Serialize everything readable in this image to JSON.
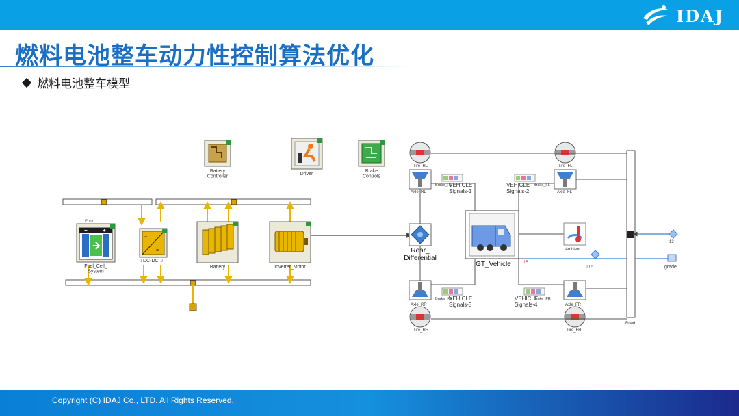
{
  "header": {
    "logo_text": "IDAJ",
    "brand_color": "#0aa0e6"
  },
  "title": "燃料电池整车动力性控制算法优化",
  "subtitle": "燃料电池整车模型",
  "diagram": {
    "blocks": {
      "battery_controller": "Battery\nController",
      "driver": "Driver",
      "brake_controls": "Brake\nControls",
      "eout": "Eout",
      "fuel_cell": "Fuel_Cell_\nSystem",
      "dcdc": "DC-DC",
      "dcdc_left_port": "1",
      "dcdc_right_port": "2",
      "battery": "Battery",
      "inverter_motor": "Inverter_Motor",
      "rear_differential": "Rear_\nDifferential",
      "gt_vehicle": "GT_Vehicle",
      "ambient": "Ambient",
      "grade": "grade",
      "road": "Road",
      "tire_rl": "Tire_RL",
      "tire_fl": "Tire_FL",
      "tire_rr": "Tire_RR",
      "tire_fr": "Tire_FR",
      "axle_rl": "Axle_RL",
      "axle_fl": "Axle_FL",
      "axle_rr": "Axle_RR",
      "axle_fr": "Axle_FR",
      "brake_rl": "Brake_RL",
      "brake_fl": "Brake_FL",
      "brake_rr": "Brake_RR",
      "brake_fr": "Brake_FR",
      "signals_1": "VEHICLE\nSignals-1",
      "signals_2": "VEHICLE\nSignals-2",
      "signals_3": "VEHICLE\nSignals-3",
      "signals_4": "VEHICLE\nSignals-4",
      "port_115a": "1 15",
      "port_115b": "115",
      "port_13": "13"
    }
  },
  "footer": {
    "copyright": "Copyright (C)  IDAJ Co., LTD. All Rights Reserved."
  }
}
